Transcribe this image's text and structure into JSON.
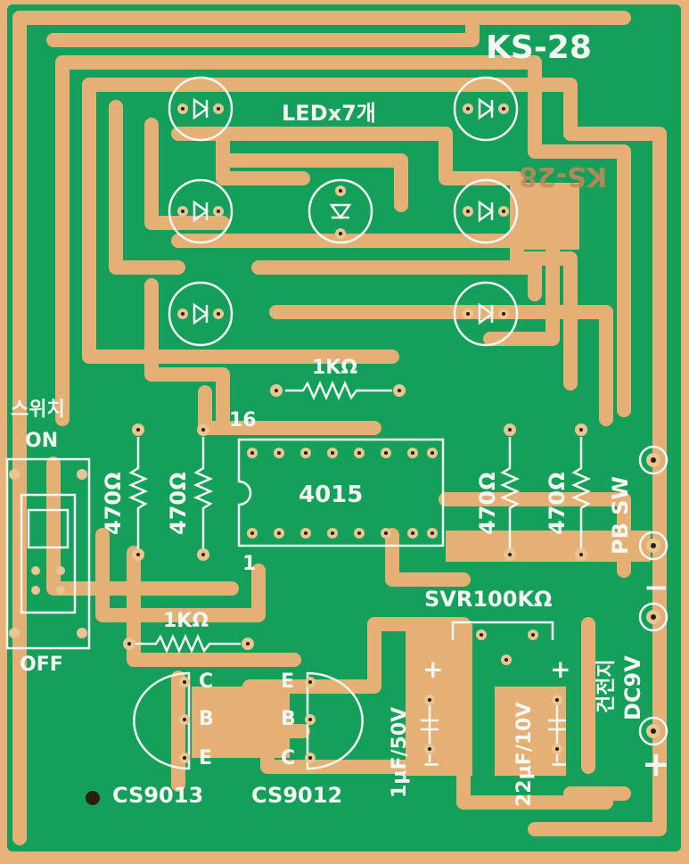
{
  "board": {
    "model": "KS-28",
    "model_mirror": "KS-28",
    "led_label": "LEDx7개",
    "ic_label": "4015",
    "ic_pin16": "16",
    "ic_pin1": "1",
    "res_top": "1KΩ",
    "res_bottom": "1KΩ",
    "res_470_a": "470Ω",
    "res_470_b": "470Ω",
    "res_470_c": "470Ω",
    "res_470_d": "470Ω",
    "switch_title": "스위치",
    "switch_on": "ON",
    "switch_off": "OFF",
    "pb_sw": "PB SW",
    "minus": "−",
    "plus": "+",
    "battery": "건전지",
    "dc": "DC9V",
    "svr": "SVR100KΩ",
    "cap1": "1μF/50V",
    "cap2": "22μF/10V",
    "cap_plus": "+",
    "cap_minus": "−",
    "tr1": "CS9013",
    "tr2": "CS9012",
    "pin_c": "C",
    "pin_b": "B",
    "pin_e": "E"
  },
  "colors": {
    "substrate": "#e7b37a",
    "mask": "#14a05a",
    "trace": "#e4b076",
    "silk": "#f4f7f2",
    "pad": "#eac594",
    "hole": "#2a1d12"
  }
}
